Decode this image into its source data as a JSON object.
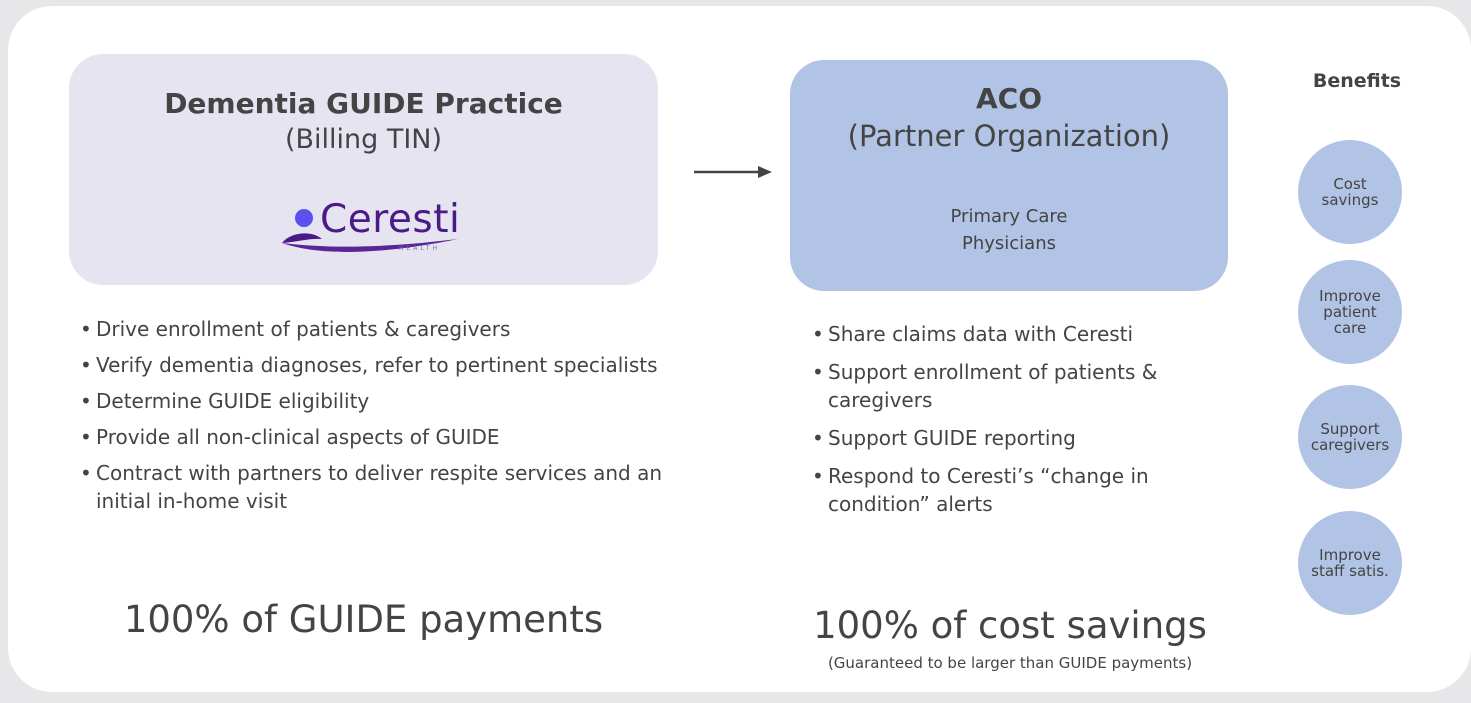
{
  "left": {
    "title": "Dementia GUIDE Practice",
    "subtitle": "(Billing TIN)",
    "logo_text": "Ceresti",
    "logo_subtext": "HEALTH",
    "bullets": [
      "Drive enrollment of patients & caregivers",
      "Verify dementia diagnoses, refer to pertinent specialists",
      "Determine GUIDE eligibility",
      "Provide all non-clinical aspects of GUIDE",
      "Contract with partners to deliver respite services and an initial in-home visit"
    ],
    "payment": "100% of GUIDE payments"
  },
  "right": {
    "title": "ACO",
    "subtitle": "(Partner Organization)",
    "note": "Primary Care Physicians",
    "bullets": [
      "Share claims data with Ceresti",
      "Support enrollment of patients & caregivers",
      "Support GUIDE reporting",
      "Respond to Ceresti’s “change in condition” alerts"
    ],
    "payment": "100% of cost savings",
    "payment_note": "(Guaranteed to be larger than GUIDE payments)"
  },
  "benefits": {
    "title": "Benefits",
    "items": [
      "Cost savings",
      "Improve patient care",
      "Support caregivers",
      "Improve staff satis."
    ]
  },
  "colors": {
    "left_box": "#e6e4f1",
    "right_box": "#b2c4e5",
    "benefit_circle": "#b2c4e5",
    "logo_purple": "#4a1a86",
    "logo_dot": "#5b4ff0",
    "background": "#e7e7e9"
  },
  "icons": {
    "arrow": "right-arrow-icon",
    "logo": "ceresti-logo"
  }
}
